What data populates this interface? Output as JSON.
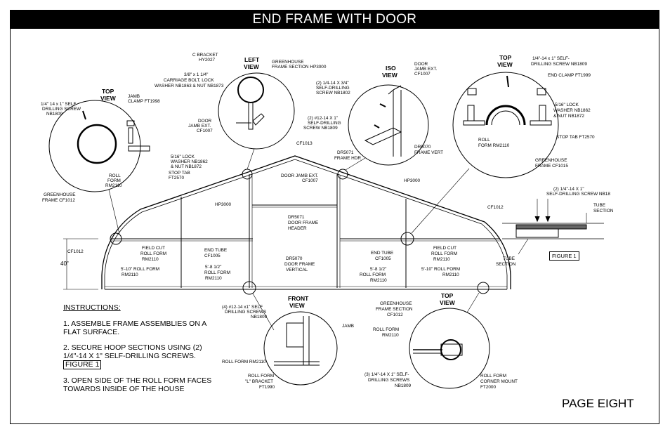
{
  "title": "END FRAME WITH DOOR",
  "page_label": "PAGE EIGHT",
  "dimension_40": "40\"",
  "figure_box": "FIGURE 1",
  "instructions": {
    "heading": "INSTRUCTIONS:",
    "step1": "1. ASSEMBLE FRAME ASSEMBLIES ON A FLAT SURFACE.",
    "step2": "2. SECURE HOOP SECTIONS USING (2) 1/4\"-14 X 1\" SELF-DRILLING SCREWS.",
    "step2_ref": "FIGURE 1",
    "step3": "3. OPEN SIDE OF THE ROLL FORM FACES TOWARDS INSIDE OF THE HOUSE"
  },
  "view_titles": {
    "top_left": [
      "TOP",
      "VIEW"
    ],
    "left": [
      "LEFT",
      "VIEW"
    ],
    "iso": [
      "ISO",
      "VIEW"
    ],
    "top_right": [
      "TOP",
      "VIEW"
    ],
    "front": [
      "FRONT",
      "VIEW"
    ],
    "top_bottom": [
      "TOP",
      "VIEW"
    ]
  },
  "callouts": {
    "tl_screw": [
      "1/4\" 14 x 1\" SELF-",
      "DRILLING SCREW",
      "NB1809"
    ],
    "tl_jamb": [
      "JAMB",
      "CLAMP FT1998"
    ],
    "tl_lockwasher": [
      "5/16\" LOCK",
      "WASHER NB1862",
      "& NUT NB1872"
    ],
    "tl_stoptab": [
      "STOP TAB",
      "FT2570"
    ],
    "tl_rollform": [
      "ROLL",
      "FORM",
      "RM2110"
    ],
    "tl_greenhouse": [
      "GREENHOUSE",
      "FRAME CF1012"
    ],
    "lv_cbracket": [
      "C BRACKET",
      "HY2027"
    ],
    "lv_carriage": [
      "3/8\" x 1 1/4\"",
      "CARRIAGE BOLT, LOCK",
      "WASHER NB1863 & NUT NB1873"
    ],
    "lv_greenhouse": [
      "GREENHOUSE",
      "FRAME SECTION HP3000"
    ],
    "lv_doorjamb": [
      "DOOR",
      "JAMB EXT.",
      "CF1007"
    ],
    "iso_screw1": [
      "(2) 1/4-14 X 3/4\"",
      "SELF-DRILLING",
      "SCREW NB1802"
    ],
    "iso_doorjamb": [
      "DOOR",
      "JAMB EXT.",
      "CF1007"
    ],
    "iso_screw2": [
      "(2) #12-14 X 1\"",
      "SELF-DRILLING",
      "SCREW NB1809"
    ],
    "iso_dr": [
      "DR5071",
      "FRAME HDR"
    ],
    "iso_dr2": [
      "DR5070",
      "FRAME VERT"
    ],
    "tr_screw": [
      "1/4\"-14 x 1\" SELF-",
      "DRILLING SCREW NB1809"
    ],
    "tr_endclamp": [
      "END CLAMP FT1999"
    ],
    "tr_lock": [
      "5/16\" LOCK",
      "WASHER NB1862",
      "& NUT NB1872"
    ],
    "tr_stoptab": [
      "STOP TAB FT2570"
    ],
    "tr_rollform": [
      "ROLL",
      "FORM RM2110"
    ],
    "tr_greenhouse": [
      "GREENHOUSE",
      "FRAME CF1015"
    ],
    "f_screws": [
      "(2) 1/4\"-14 X 1\"",
      "SELF-DRILLING SCREW NB18"
    ],
    "f_tube": [
      "TUBE",
      "SECTION"
    ],
    "f_tubesec": [
      "TUBE",
      "SECTION"
    ],
    "m_cf1013": "CF1013",
    "m_doorjamb": [
      "DOOR JAMB EXT.",
      "CF1007"
    ],
    "m_hp3000_r": "HP3000",
    "m_hp3000_l": "HP3000",
    "m_cf1012_r": "CF1012",
    "m_cf1012_l": "CF1012",
    "m_dr5071": [
      "DR5071",
      "DOOR FRAME",
      "HEADER"
    ],
    "m_fieldcut_l": [
      "FIELD CUT",
      "ROLL FORM",
      "RM2110"
    ],
    "m_endtube_l": [
      "END TUBE",
      "CF1005"
    ],
    "m_endtube_r": [
      "END TUBE",
      "CF1005"
    ],
    "m_fieldcut_r": [
      "FIELD CUT",
      "ROLL FORM",
      "RM2110"
    ],
    "m_510_l": [
      "5'-10\" ROLL FORM",
      "RM2110"
    ],
    "m_58_l": [
      "5'-8 1/2\"",
      "ROLL FORM",
      "RM2110"
    ],
    "m_dr5070": [
      "DR5070",
      "DOOR FRAME",
      "VERTICAL"
    ],
    "m_58_r": [
      "5'-8 1/2\"",
      "ROLL FORM",
      "RM2110"
    ],
    "m_510_r": [
      "5'-10\" ROLL FORM",
      "RM2110"
    ],
    "fv_screws": [
      "(4) #12-14 x1\" SELF",
      "DRILLING SCREWS",
      "NB1809"
    ],
    "fv_jamb": "JAMB",
    "fv_rollform": "ROLL FORM RM2110",
    "fv_bracket": [
      "ROLL FORM",
      "\"L\" BRACKET",
      "FT1990"
    ],
    "tb_greenhouse": [
      "GREENHOUSE",
      "FRAME SECTION",
      "CF1012"
    ],
    "tb_rollform": [
      "ROLL FORM",
      "RM2110"
    ],
    "tb_screws": [
      "(3) 1/4\"-14 X 1\" SELF-",
      "DRILLING SCREWS",
      "NB1809"
    ],
    "tb_corner": [
      "ROLL FORM",
      "CORNER MOUNT",
      "FT2000"
    ]
  }
}
